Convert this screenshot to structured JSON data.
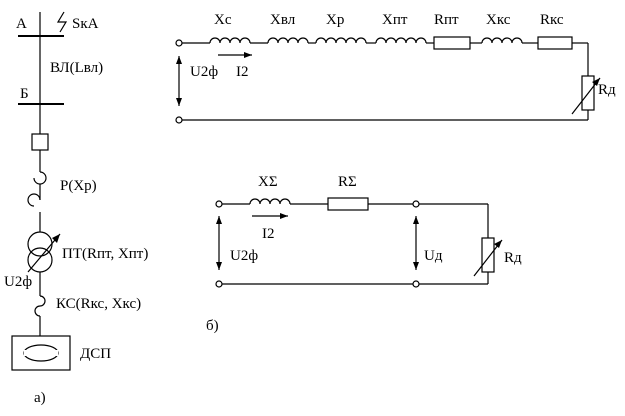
{
  "diagram_a": {
    "bus_a": "А",
    "fault_symbol": "SкА",
    "line": "ВЛ(Lвл)",
    "bus_b": "Б",
    "reactor": "Р(Xр)",
    "furnace_transformer": "ПТ(Rпт, Xпт)",
    "voltage": "U2ф",
    "short_network": "КС(Rкс, Xкс)",
    "furnace": "ДСП",
    "caption": "а)"
  },
  "diagram_b1": {
    "elements": [
      "Xc",
      "Xвл",
      "Xр",
      "Xпт",
      "Rпт",
      "Xкс",
      "Rкс"
    ],
    "voltage": "U2ф",
    "current": "I2",
    "load": "Rд"
  },
  "diagram_b2": {
    "x_sum": "XΣ",
    "r_sum": "RΣ",
    "voltage": "U2ф",
    "current": "I2",
    "arc_voltage": "Uд",
    "load": "Rд",
    "caption": "б)"
  }
}
